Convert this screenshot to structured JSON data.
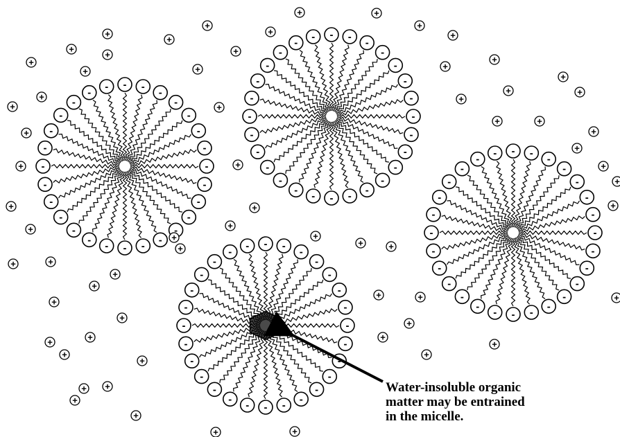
{
  "caption": {
    "lines": [
      "Water-insoluble organic",
      "matter may be entrained",
      "in the micelle."
    ]
  },
  "symbols": {
    "head_group_charge": "-",
    "counter_ion_charge": "+"
  },
  "micelles": [
    {
      "id": "micelle-1",
      "contains_organic_matter": false
    },
    {
      "id": "micelle-2",
      "contains_organic_matter": false
    },
    {
      "id": "micelle-3",
      "contains_organic_matter": false
    },
    {
      "id": "micelle-4",
      "contains_organic_matter": true
    }
  ],
  "colors": {
    "line": "#000000",
    "organic_matter_fill": "#4a4a4a",
    "background": "#ffffff"
  }
}
